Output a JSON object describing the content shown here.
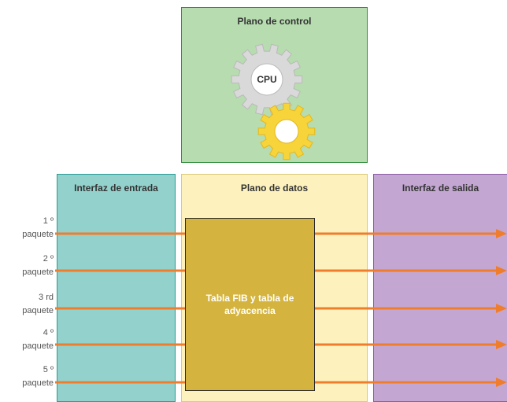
{
  "control_plane": {
    "title": "Plano de control",
    "cpu_label": "CPU"
  },
  "input_interface": {
    "title": "Interfaz de entrada"
  },
  "data_plane": {
    "title": "Plano de datos",
    "fib_label": "Tabla FIB y tabla de adyacencia"
  },
  "output_interface": {
    "title": "Interfaz de salida"
  },
  "packets": [
    {
      "ordinal": "1 º",
      "word": "paquete"
    },
    {
      "ordinal": "2 º",
      "word": "paquete"
    },
    {
      "ordinal": "3 rd",
      "word": "paquete"
    },
    {
      "ordinal": "4 º",
      "word": "paquete"
    },
    {
      "ordinal": "5 º",
      "word": "paquete"
    }
  ],
  "colors": {
    "control_plane": "#b7dcb0",
    "input_interface": "#93d1cc",
    "data_plane": "#fdf2bd",
    "output_interface": "#c3a7d2",
    "fib_table": "#d4b43f",
    "arrow": "#f07d2c",
    "gear_cpu": "#d9d9d9",
    "gear_small": "#f7d43a"
  }
}
